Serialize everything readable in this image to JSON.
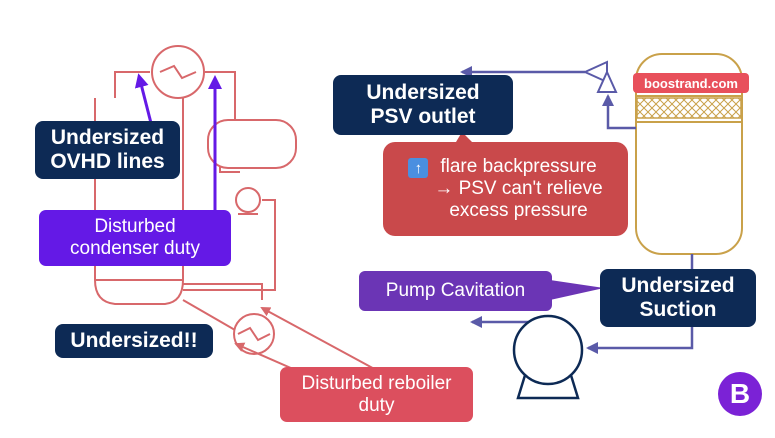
{
  "callouts": {
    "ovhd_lines": "Undersized\nOVHD lines",
    "condenser_duty": "Disturbed\ncondenser duty",
    "reboiler_undersized": "Undersized!!",
    "reboiler_duty": "Disturbed reboiler\nduty",
    "psv_outlet": "Undersized\nPSV outlet",
    "flare_backpressure": "flare backpressure\n→ PSV can't relieve\nexcess pressure",
    "flare_icon": "up-arrow-emoji-icon",
    "pump_cavitation": "Pump Cavitation",
    "suction": "Undersized\nSuction"
  },
  "branding": {
    "site": "boostrand.com",
    "logo_letter": "B"
  },
  "colors": {
    "equipment_left": "#d8686b",
    "equipment_right": "#5a5aa8",
    "vessel_outline": "#c9a14a",
    "navy": "#0d2a55",
    "violet": "#6419e6",
    "red": "#c9494b",
    "purple": "#6b35b5"
  }
}
